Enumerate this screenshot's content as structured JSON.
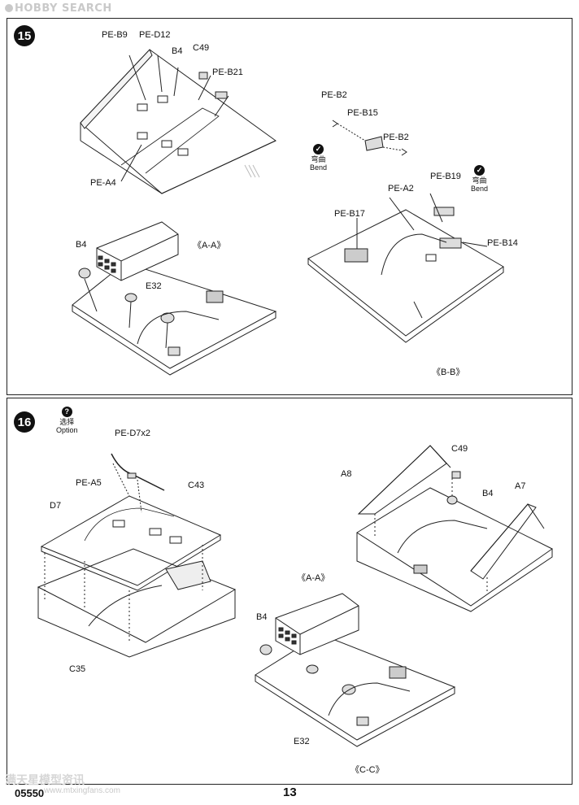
{
  "header": {
    "watermark_brand": "HOBBY SEARCH"
  },
  "step15": {
    "number": "15",
    "labels": {
      "pe_b9": "PE-B9",
      "pe_d12": "PE-D12",
      "b4": "B4",
      "c49": "C49",
      "pe_b21": "PE-B21",
      "pe_a4": "PE-A4",
      "pe_b2_top": "PE-B2",
      "pe_b15": "PE-B15",
      "pe_b2_right": "PE-B2",
      "pe_b19": "PE-B19",
      "pe_a2": "PE-A2",
      "pe_b17": "PE-B17",
      "pe_b14": "PE-B14",
      "b4_lower": "B4",
      "e32": "E32"
    },
    "bend1": {
      "cn": "弯曲",
      "en": "Bend"
    },
    "bend2": {
      "cn": "弯曲",
      "en": "Bend"
    },
    "section_aa": "《A-A》",
    "section_bb": "《B-B》"
  },
  "step16": {
    "number": "16",
    "option": {
      "cn": "选择",
      "en": "Option"
    },
    "labels": {
      "pe_d7x2": "PE-D7x2",
      "pe_a5": "PE-A5",
      "c43": "C43",
      "d7": "D7",
      "c35": "C35",
      "c49": "C49",
      "a8": "A8",
      "b4_right": "B4",
      "a7": "A7",
      "b4_lower": "B4",
      "e32": "E32"
    },
    "section_aa": "《A-A》",
    "section_cc": "《C-C》"
  },
  "footer": {
    "code": "05550",
    "page": "13",
    "watermark_cn": "满天星模型资讯",
    "watermark_url": "www.mtxingfans.com"
  }
}
